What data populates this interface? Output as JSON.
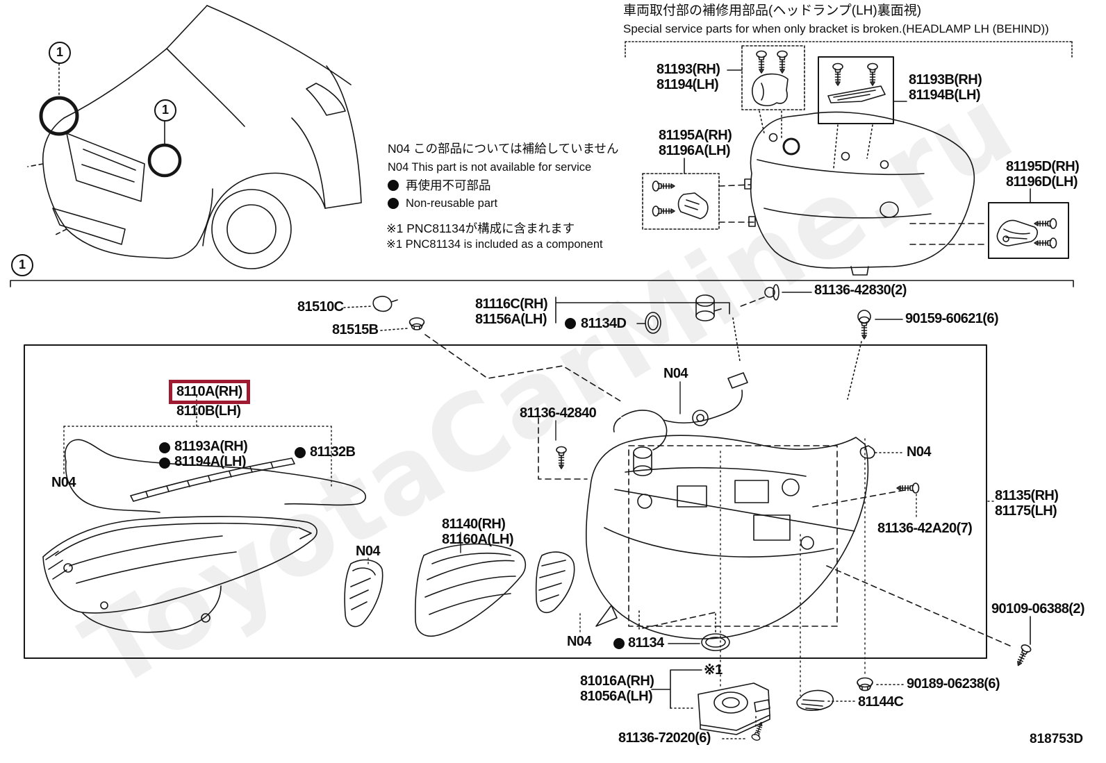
{
  "header": {
    "title_jp": "車両取付部の補修用部品(ヘッドランプ(LH)裏面視)",
    "title_en": "Special service parts for when only bracket is broken.(HEADLAMP LH (BEHIND))"
  },
  "notes": {
    "n04_jp": "N04 この部品については補給していません",
    "n04_en": "N04 This part is not available for service",
    "nonreusable_jp": "再使用不可部品",
    "nonreusable_en": "Non-reusable part",
    "ref1_jp": "※1 PNC81134が構成に含まれます",
    "ref1_en": "※1 PNC81134 is included as a component"
  },
  "callout": {
    "one": "1",
    "ref1": "※1",
    "n04": "N04"
  },
  "watermark": "ToyotaCarMine.ru",
  "diagram_code": "818753D",
  "colors": {
    "highlight_box": "#9e1b32",
    "line": "#161616",
    "watermark_gray": "#ebebeb"
  },
  "parts": {
    "p81193": {
      "rh": "81193(RH)",
      "lh": "81194(LH)"
    },
    "p81193B": {
      "rh": "81193B(RH)",
      "lh": "81194B(LH)"
    },
    "p81195A": {
      "rh": "81195A(RH)",
      "lh": "81196A(LH)"
    },
    "p81195D": {
      "rh": "81195D(RH)",
      "lh": "81196D(LH)"
    },
    "p81510C": "81510C",
    "p81515B": "81515B",
    "p81116C": {
      "rh": "81116C(RH)",
      "lh": "81156A(LH)"
    },
    "p81134D": "81134D",
    "p81136_42830": "81136-42830(2)",
    "p90159_60621": "90159-60621(6)",
    "p8110A": {
      "rh": "8110A(RH)",
      "lh": "8110B(LH)"
    },
    "p81193A": {
      "rh": "81193A(RH)",
      "lh": "81194A(LH)"
    },
    "p81132B": "81132B",
    "p81136_42840": "81136-42840",
    "p81140": {
      "rh": "81140(RH)",
      "lh": "81160A(LH)"
    },
    "p81135": {
      "rh": "81135(RH)",
      "lh": "81175(LH)"
    },
    "p81136_42A20": "81136-42A20(7)",
    "p90109_06388": "90109-06388(2)",
    "p81134": "81134",
    "p81016A": {
      "rh": "81016A(RH)",
      "lh": "81056A(LH)"
    },
    "p90189_06238": "90189-06238(6)",
    "p81144C": "81144C",
    "p81136_72020": "81136-72020(6)"
  }
}
